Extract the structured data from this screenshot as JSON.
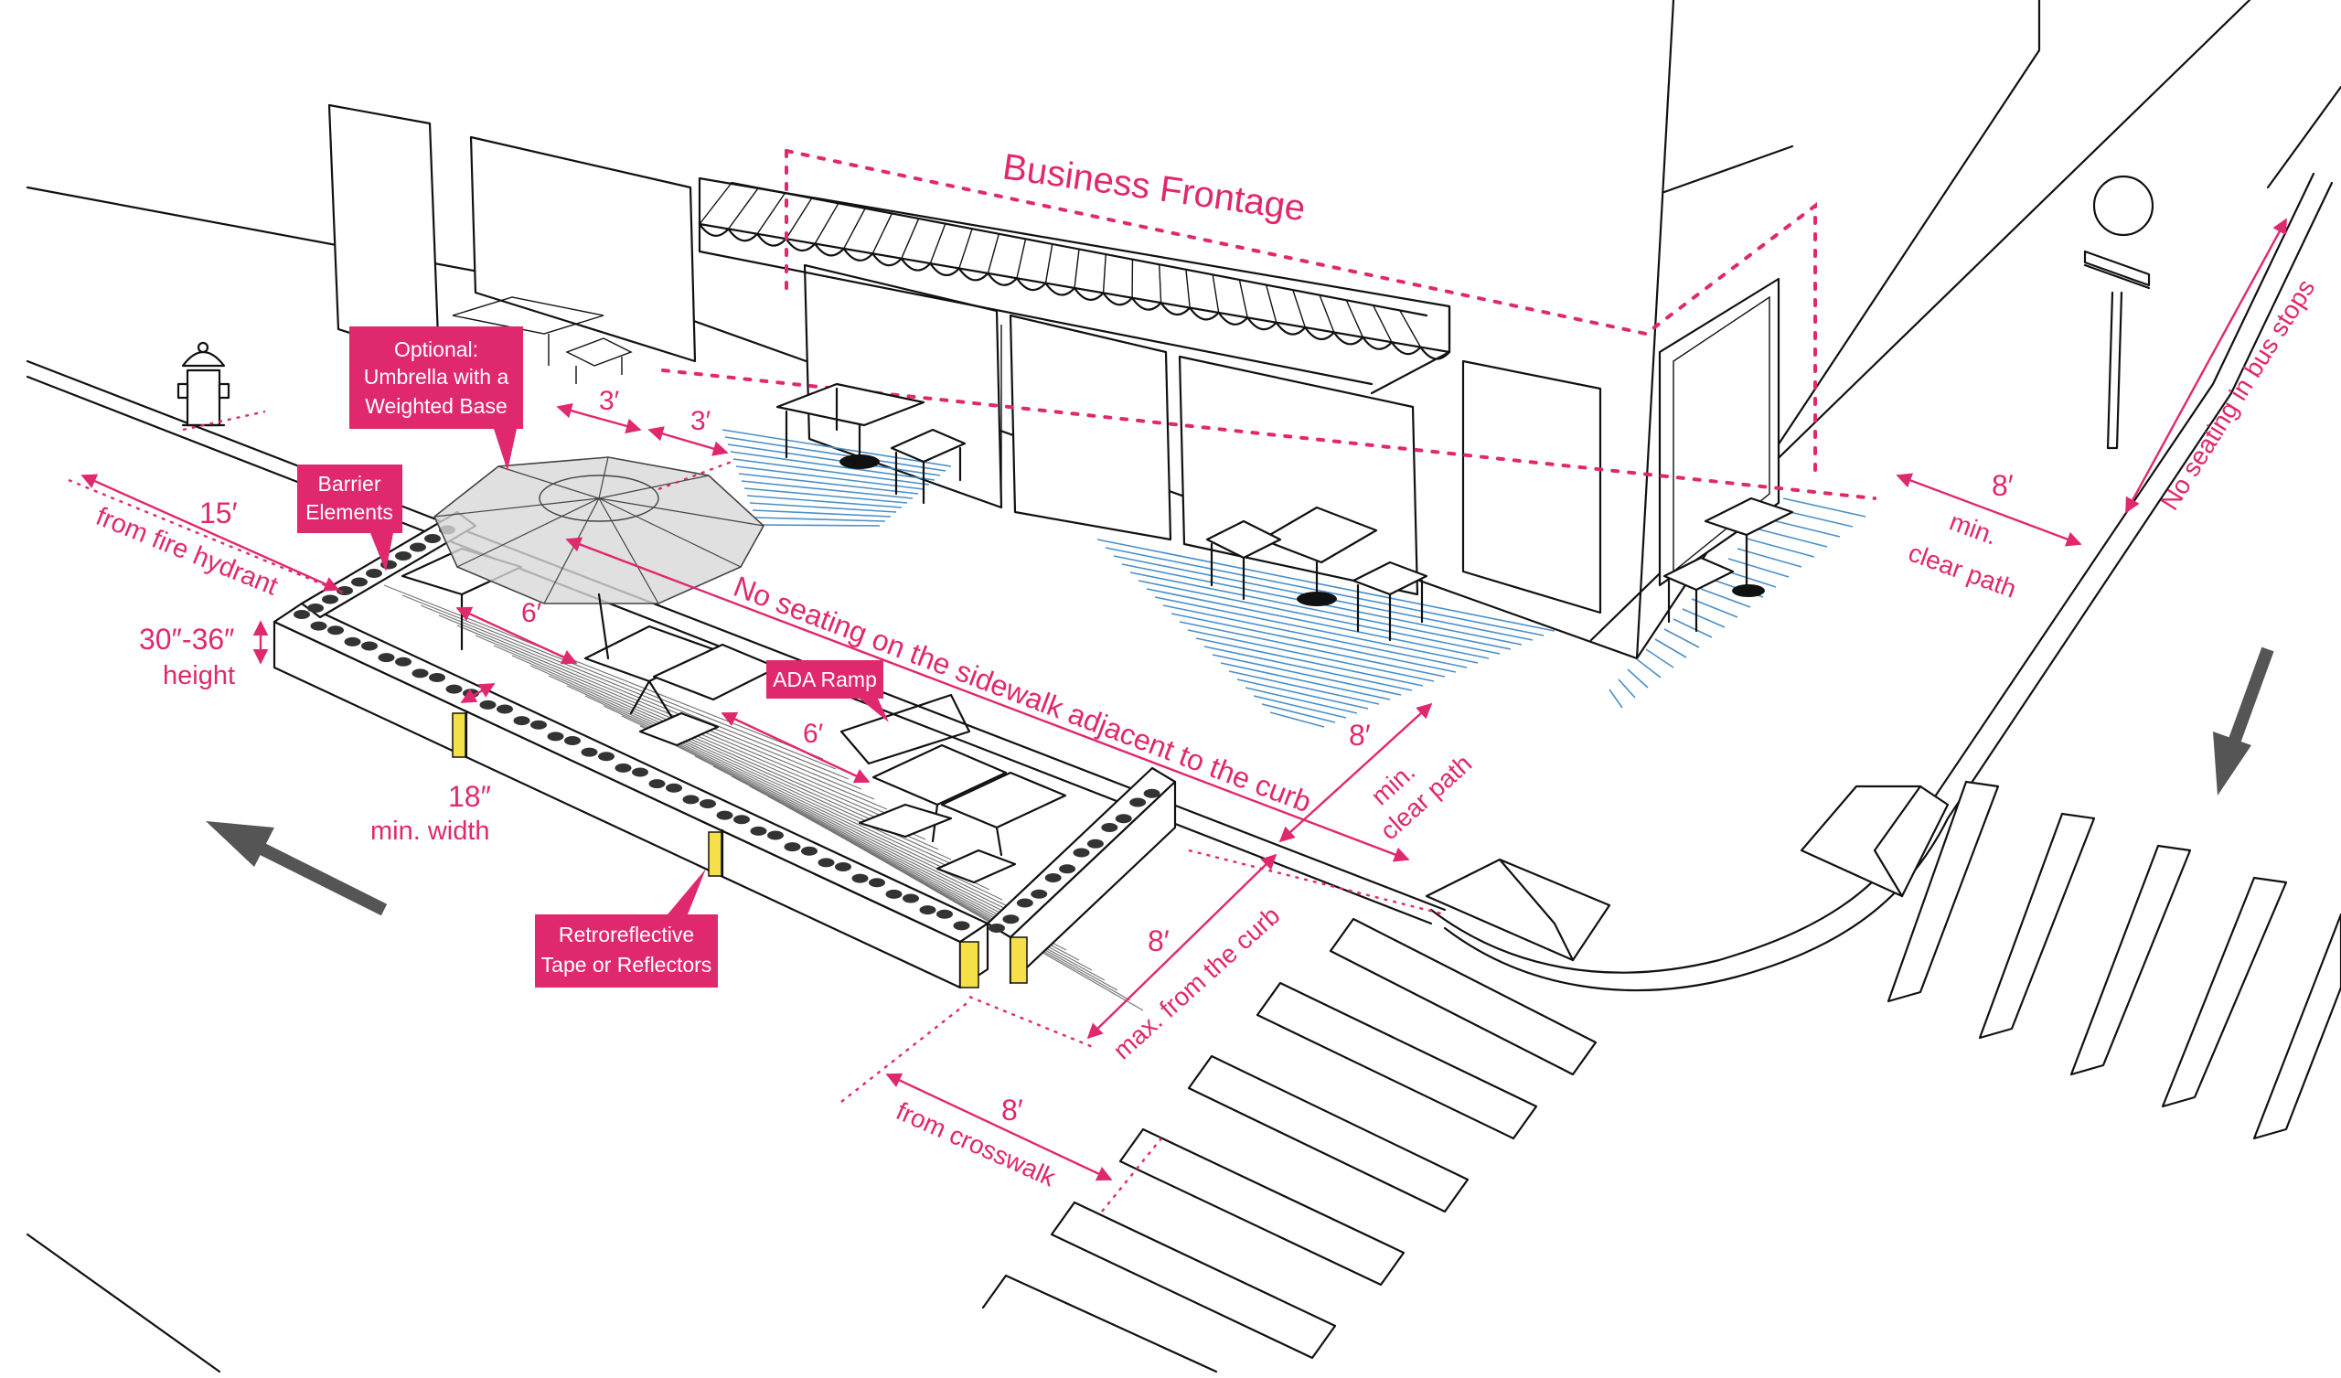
{
  "labels": {
    "business_frontage": "Business Frontage",
    "umbrella_line1": "Optional:",
    "umbrella_line2": "Umbrella with a",
    "umbrella_line3": "Weighted Base",
    "barrier_line1": "Barrier",
    "barrier_line2": "Elements",
    "ada_ramp": "ADA Ramp",
    "retro_line1": "Retroreflective",
    "retro_line2": "Tape or Reflectors"
  },
  "dimensions": {
    "gap_a": "3′",
    "gap_b": "3′",
    "hydrant_value": "15′",
    "hydrant_text": "from fire hydrant",
    "height_value": "30″-36″",
    "height_text": "height",
    "aisle_a": "6′",
    "aisle_b": "6′",
    "width_value": "18″",
    "width_text": "min. width",
    "no_seating_curb": "No seating on the sidewalk adjacent to the curb",
    "clear_path_value": "8′",
    "clear_path_line1": "min.",
    "clear_path_line2": "clear path",
    "corner_clear_value": "8′",
    "corner_clear_line1": "min.",
    "corner_clear_line2": "clear path",
    "no_seating_bus": "No seating in bus stops",
    "curb_value": "8′",
    "curb_text": "max. from the curb",
    "crosswalk_value": "8′",
    "crosswalk_text": "from crosswalk"
  },
  "colors": {
    "accent": "#e0286e",
    "seating_hatch": "#4a8fc9",
    "reflector": "#f5e04a",
    "arrow": "#555555"
  },
  "icons": [
    "fire-hydrant-icon",
    "bus-stop-sign-icon",
    "traffic-direction-arrow-icon"
  ]
}
